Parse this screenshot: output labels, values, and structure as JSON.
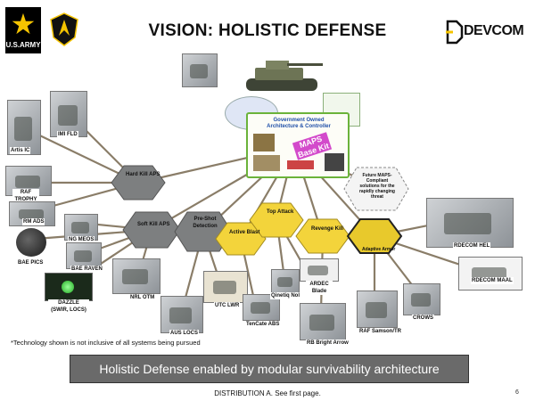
{
  "title": "VISION: HOLISTIC DEFENSE",
  "logos": {
    "army": "U.S.ARMY",
    "devcom": "DEVCOM"
  },
  "hub": {
    "line1": "Government Owned",
    "line2": "Architecture & Controller",
    "kit": "MAPS Base Kit"
  },
  "hexes": {
    "hard_kill": "Hard Kill APS",
    "soft_kill": "Soft Kill APS",
    "pre_shot": "Pre-Shot Detection",
    "active_blast": "Active Blast",
    "top_attack": "Top Attack",
    "revenge_kill": "Revenge Kill",
    "adaptive_armor": "Adaptive Armor",
    "future": "Future MAPS-Compliant solutions for the rapidly changing threat"
  },
  "systems": {
    "iiri_fld": "IMI FLD",
    "artis_ic": "Artis IC",
    "raf_trophy": "RAF TROPHY",
    "rm_ads": "RM ADS",
    "ng_meos": "NG MEOS",
    "bae_pics": "BAE PICS",
    "bae_raven": "BAE RAVEN",
    "dazzle": "DAZZLE (SWIR, LOCS)",
    "nrl_otm": "NRL OTM",
    "aus_locs": "AUS LOCS",
    "utc_lwr": "UTC LWR",
    "tencate_abs": "TenCate ABS",
    "qinetiq_nol": "Qinetiq Nol",
    "ardec_blade": "ARDEC Blade",
    "rb_bright_arrow": "RB Bright Arrow",
    "raf_samson": "RAF Samson/TR",
    "crows": "CROWS",
    "rdecom_hel": "RDECOM HEL",
    "rdecom_maal": "RDECOM MAAL"
  },
  "note": "*Technology shown is not inclusive of all systems being pursued",
  "banner": "Holistic Defense enabled by modular survivability architecture",
  "distribution": "DISTRIBUTION A.  See first page.",
  "page_number": "6",
  "colors": {
    "hex_gray": "#7d7f80",
    "hex_yellow": "#f3d43b",
    "line": "#8a7d68",
    "hub_border": "#6bb33a",
    "banner_bg": "#6a6a6a"
  }
}
